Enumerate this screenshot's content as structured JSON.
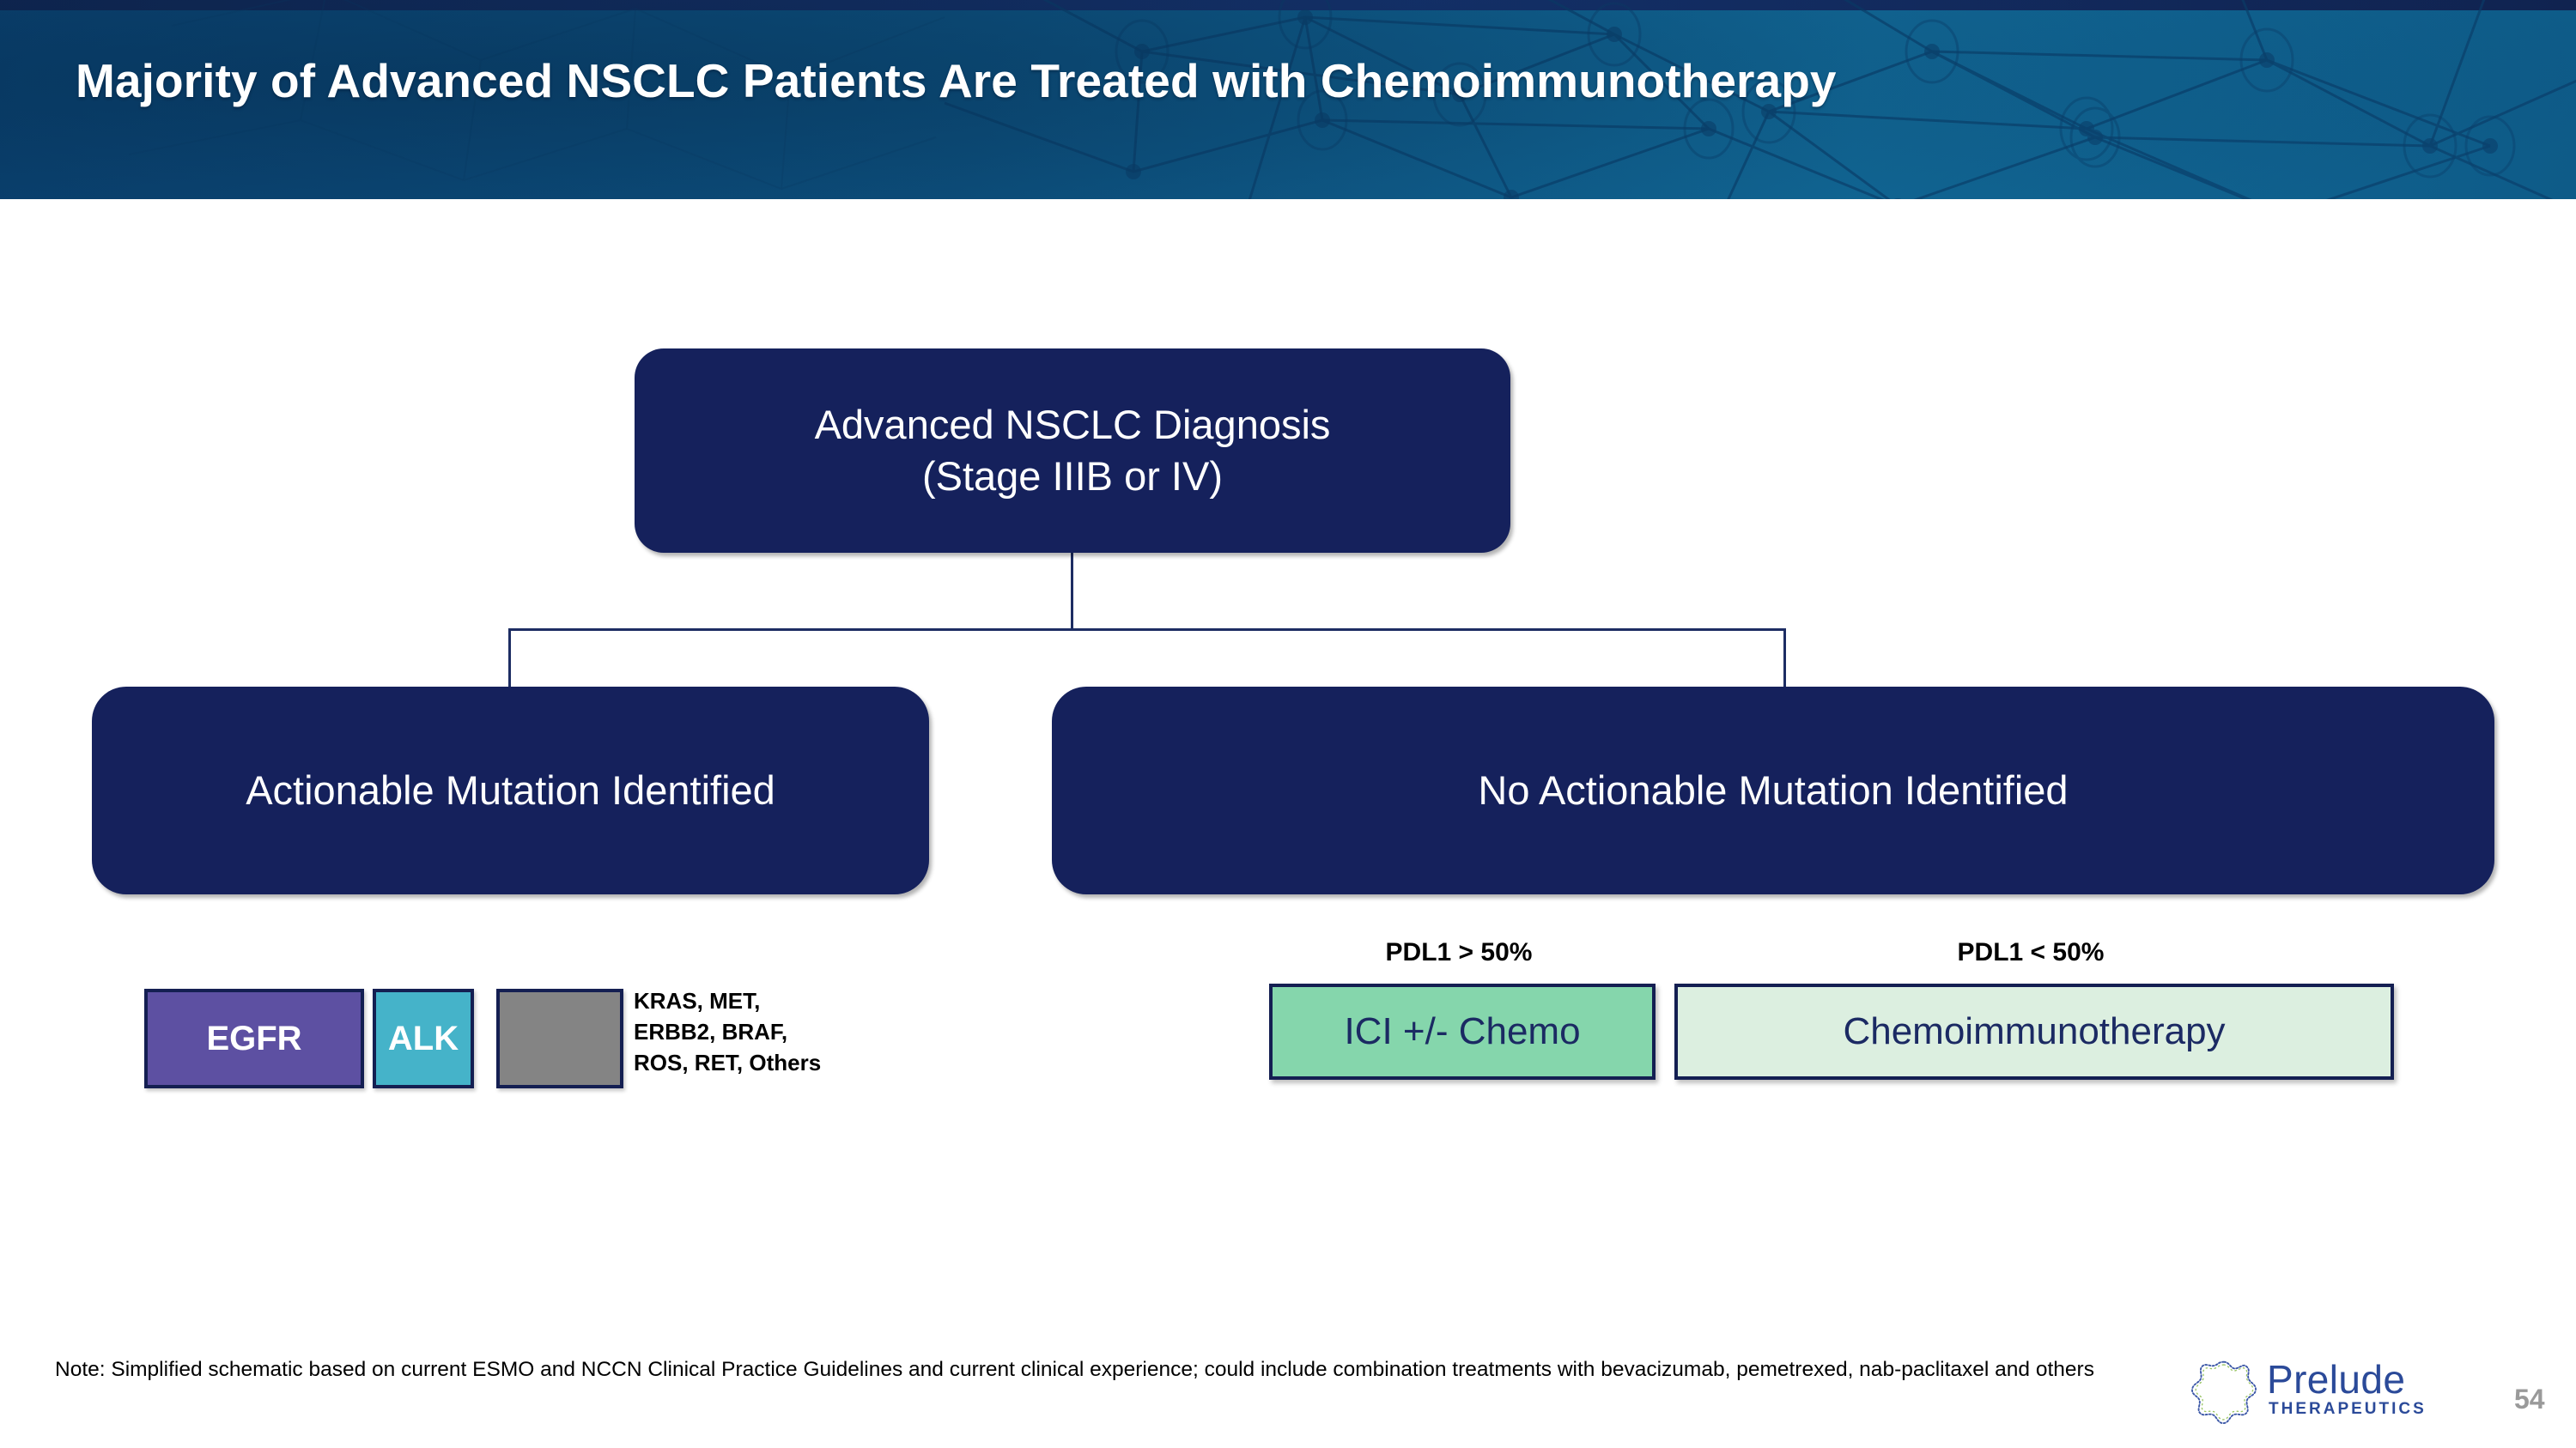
{
  "header": {
    "title": "Majority of Advanced NSCLC Patients Are Treated with Chemoimmunotherapy",
    "band_color": "#0d517f",
    "top_strip_color": "#132a5e",
    "title_color": "#ffffff"
  },
  "flow": {
    "root": {
      "label": "Advanced NSCLC Diagnosis\n(Stage IIIB or IV)",
      "line1": "Advanced NSCLC Diagnosis",
      "line2": "(Stage IIIB or IV)",
      "fill": "#15215c",
      "text_color": "#ffffff"
    },
    "branch_left": {
      "label": "Actionable Mutation Identified",
      "fill": "#15215c",
      "text_color": "#ffffff"
    },
    "branch_right": {
      "label": "No Actionable Mutation Identified",
      "fill": "#15215c",
      "text_color": "#ffffff"
    },
    "connector_color": "#1d2d63"
  },
  "mutations": {
    "chips": [
      {
        "label": "EGFR",
        "fill": "#5d50a2",
        "text_color": "#ffffff"
      },
      {
        "label": "ALK",
        "fill": "#45b3c9",
        "text_color": "#ffffff"
      },
      {
        "label": "",
        "fill": "#848484",
        "text_color": "#ffffff"
      }
    ],
    "others_text": "KRAS, MET,\nERBB2, BRAF,\nROS,  RET, Others",
    "border_color": "#141f52"
  },
  "treatments": [
    {
      "biomarker_label": "PDL1 > 50%",
      "treatment_label": "ICI +/- Chemo",
      "fill": "#85d6ac",
      "text_color": "#1b2a63",
      "border_color": "#141f52"
    },
    {
      "biomarker_label": "PDL1 < 50%",
      "treatment_label": "Chemoimmunotherapy",
      "fill": "#dcefe0",
      "text_color": "#1b2a63",
      "border_color": "#141f52"
    }
  ],
  "footnote": {
    "text": "Note:  Simplified schematic based on current ESMO and NCCN Clinical Practice Guidelines and current clinical experience; could include combination treatments with bevacizumab, pemetrexed, nab-paclitaxel and others"
  },
  "branding": {
    "logo_word": "Prelude",
    "logo_sub": "THERAPEUTICS",
    "logo_color": "#2b4a99",
    "page_number": "54",
    "page_number_color": "#9a9a9a"
  }
}
